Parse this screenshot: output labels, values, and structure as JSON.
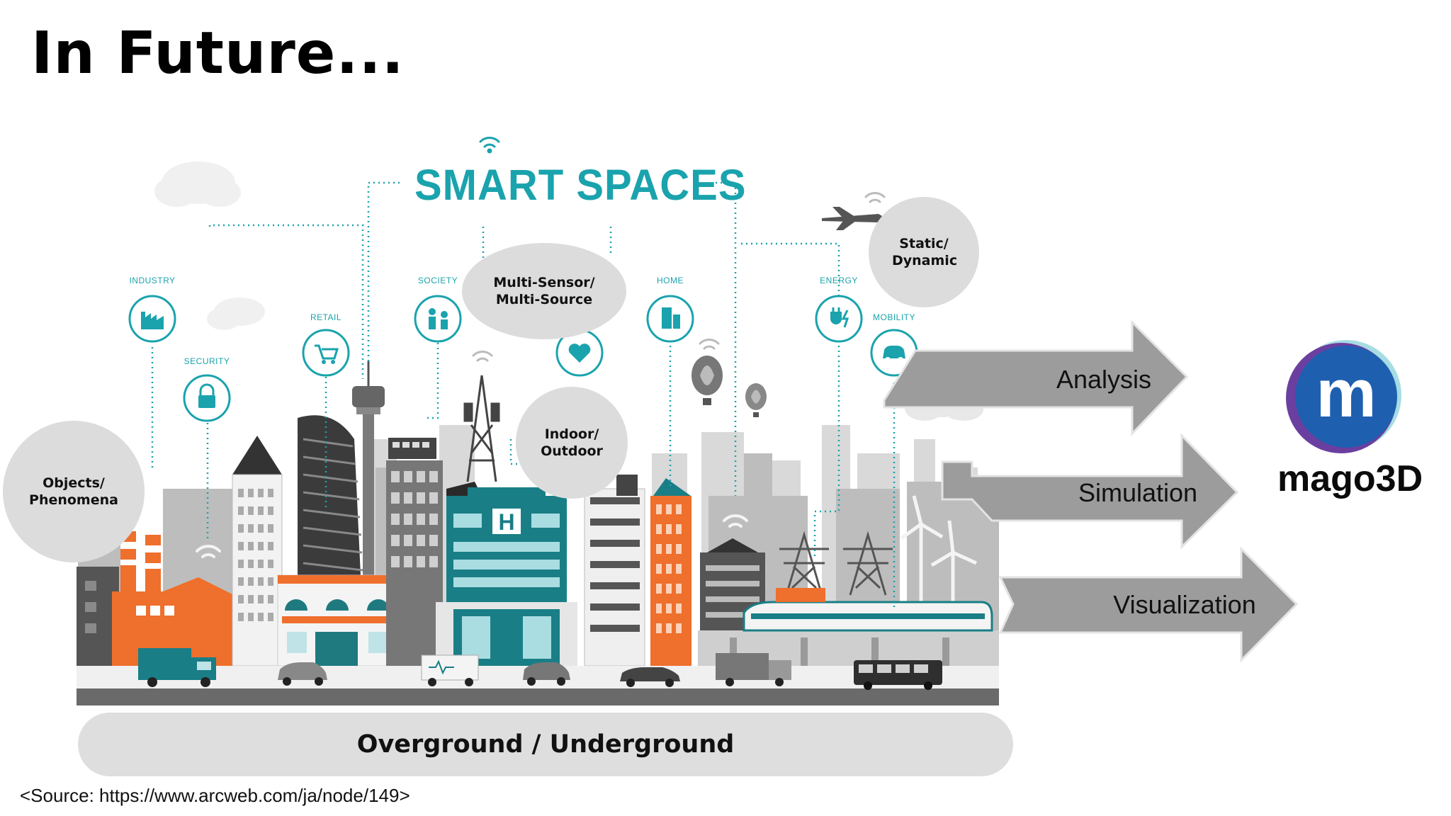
{
  "slide": {
    "title": "In Future...",
    "source": "<Source: https://www.arcweb.com/ja/node/149>"
  },
  "diagram": {
    "heading": "SMART SPACES",
    "categories": {
      "industry": "INDUSTRY",
      "security": "SECURITY",
      "retail": "RETAIL",
      "society": "SOCIETY",
      "home": "HOME",
      "energy": "ENERGY",
      "mobility": "MOBILITY"
    },
    "bubbles": {
      "objects": "Objects/ Phenomena",
      "sensor": "Multi-Sensor/ Multi-Source",
      "indoor": "Indoor/ Outdoor",
      "static": "Static/ Dynamic"
    },
    "bottom_bar": "Overground / Underground",
    "hospital_sign": "H"
  },
  "outputs": {
    "arrows": [
      "Analysis",
      "Simulation",
      "Visualization"
    ],
    "brand": "mago3D",
    "logo_letter": "m"
  },
  "colors": {
    "teal": "#1aa3ad",
    "orange": "#ef6f2c",
    "gray_arrow": "#9c9c9c",
    "logo_blue": "#1f5fb0",
    "logo_purple": "#6b3fa0"
  }
}
